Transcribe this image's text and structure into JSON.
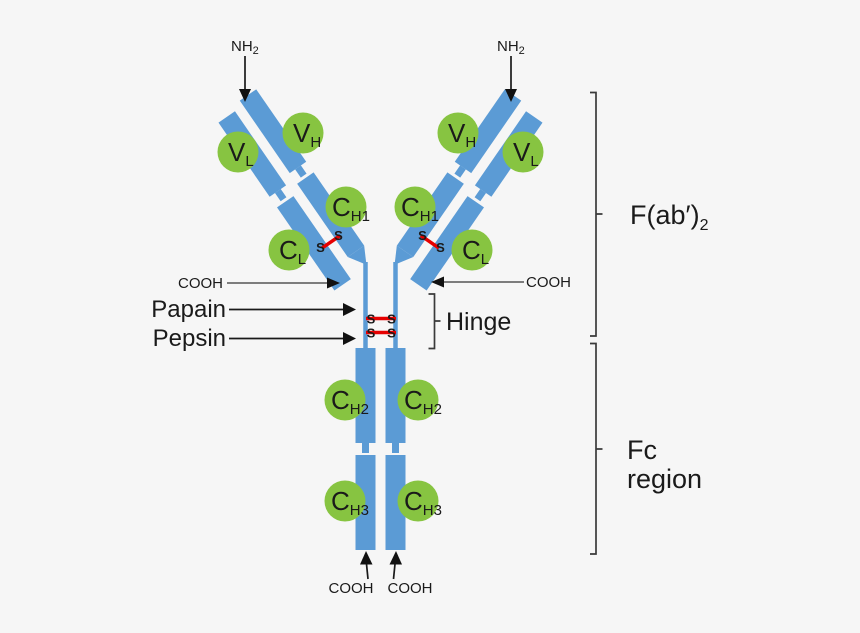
{
  "termini": {
    "nh2": {
      "main": "NH",
      "sub": "2"
    },
    "cooh": "COOH"
  },
  "enzymes": {
    "papain": "Papain",
    "pepsin": "Pepsin"
  },
  "regions": {
    "hinge": "Hinge",
    "fab2": {
      "main": "F(ab′)",
      "sub": "2"
    },
    "fc": {
      "line1": "Fc",
      "line2": "region"
    }
  },
  "domains": {
    "vh": {
      "main": "V",
      "sub": "H"
    },
    "vl": {
      "main": "V",
      "sub": "L"
    },
    "ch1": {
      "main": "C",
      "sub": "H1"
    },
    "cl": {
      "main": "C",
      "sub": "L"
    },
    "ch2": {
      "main": "C",
      "sub": "H2"
    },
    "ch3": {
      "main": "C",
      "sub": "H3"
    }
  },
  "bond": {
    "sulfur": "S"
  },
  "colors": {
    "chain_blue": "#5b9bd5",
    "domain_green": "#87c441",
    "disulfide_red": "#e60000",
    "ink": "#1a1a1a",
    "background": "#f6f6f6"
  }
}
